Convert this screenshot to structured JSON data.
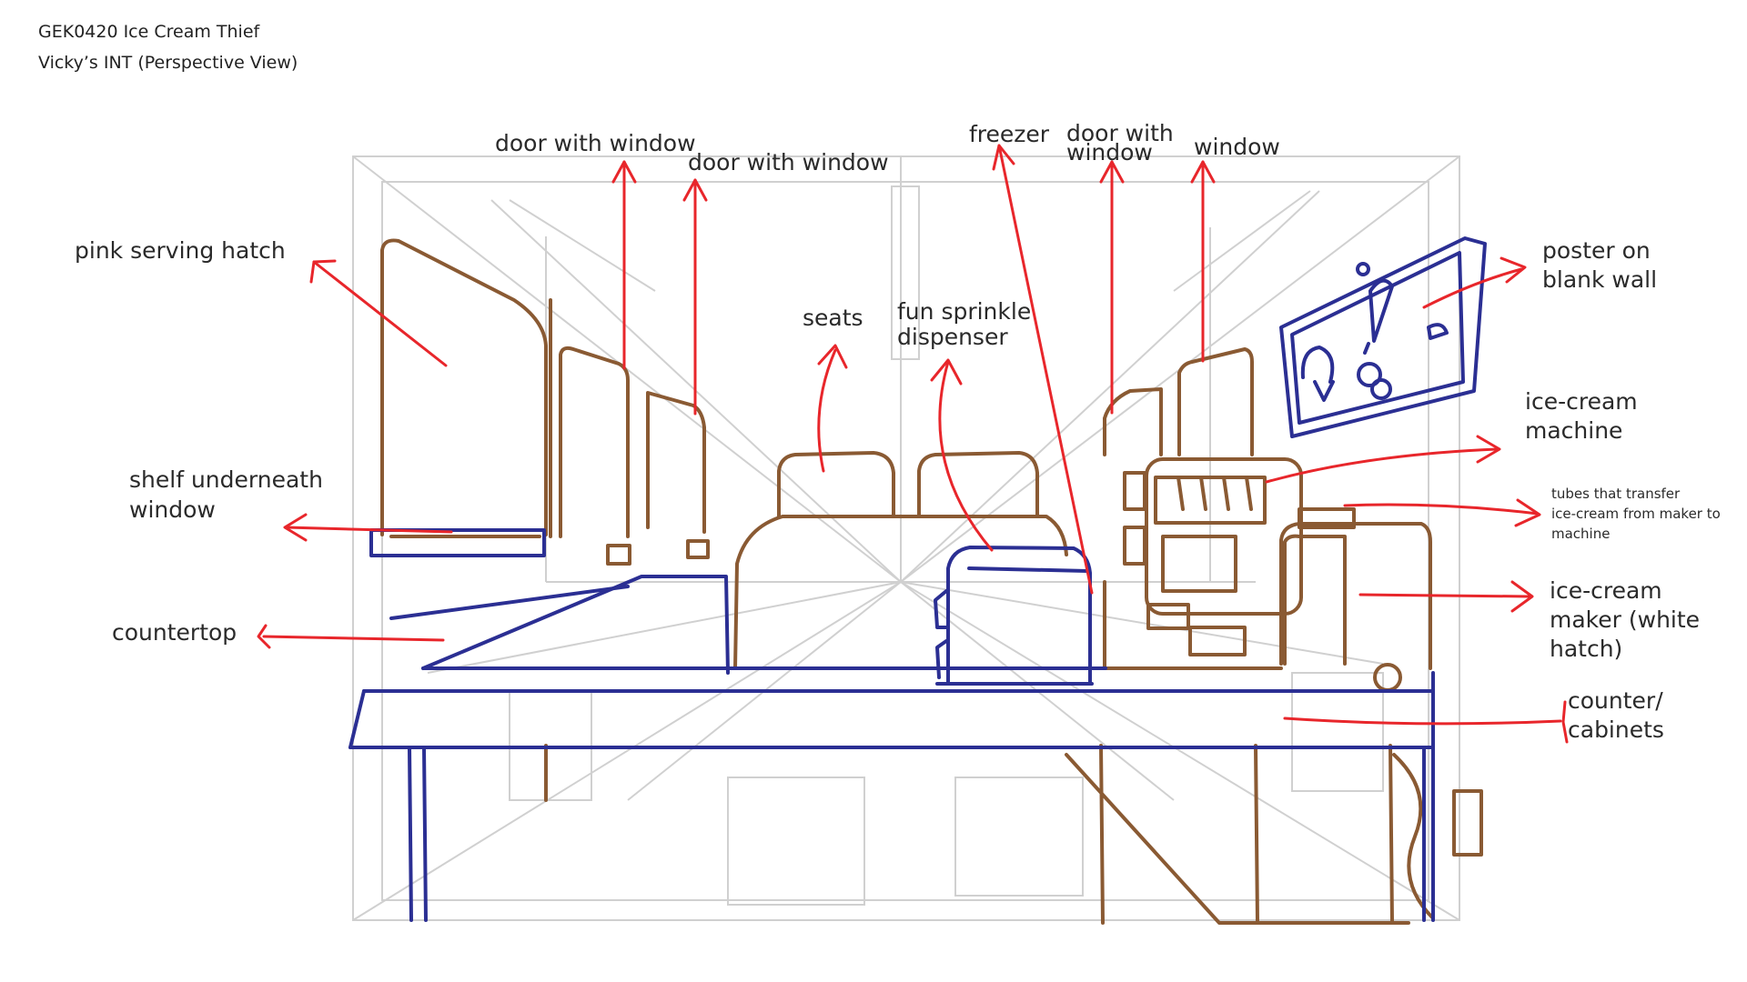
{
  "header": {
    "line1": "GEK0420 Ice Cream Thief",
    "line2": "Vicky’s INT (Perspective View)"
  },
  "labels": {
    "pink_serving_hatch": "pink serving hatch",
    "door_with_window_1": "door with window",
    "door_with_window_2": "door with window",
    "freezer": "freezer",
    "door_with_window_3_a": "door with",
    "door_with_window_3_b": "window",
    "window": "window",
    "poster_a": "poster on",
    "poster_b": "blank wall",
    "seats": "seats",
    "sprinkle_a": "fun sprinkle",
    "sprinkle_b": "dispenser",
    "ice_cream_machine_a": "ice-cream",
    "ice_cream_machine_b": "machine",
    "tubes_a": "tubes that transfer",
    "tubes_b": "ice-cream from maker to",
    "tubes_c": "machine",
    "shelf_a": "shelf underneath",
    "shelf_b": "window",
    "countertop": "countertop",
    "maker_a": "ice-cream",
    "maker_b": "maker (white",
    "maker_c": "hatch)",
    "counter_a": "counter/",
    "counter_b": "cabinets"
  },
  "colors": {
    "arrow": "#e8262b",
    "brown_sketch": "#8a5a33",
    "blue_sketch": "#2b2f93",
    "grey_guides": "#d0d0d0"
  }
}
